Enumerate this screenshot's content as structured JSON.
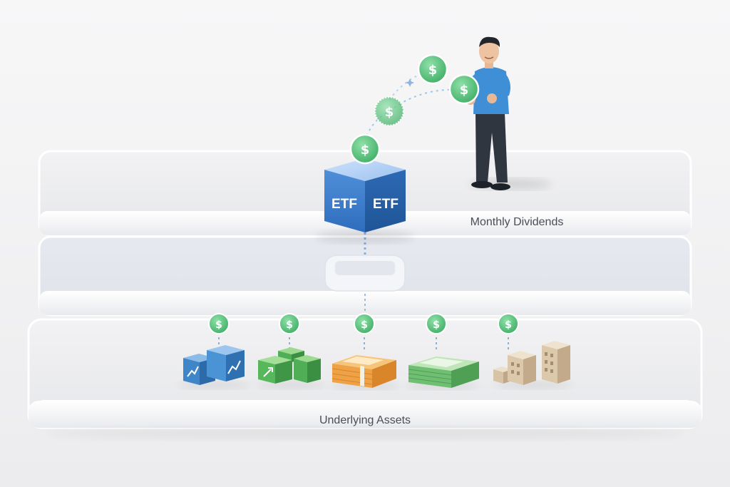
{
  "labels": {
    "top_layer": "Monthly Dividends",
    "bottom_layer": "Underlying Assets"
  },
  "etf": {
    "face_left": "ETF",
    "face_right": "ETF"
  },
  "coin_symbol": "$",
  "icons": {
    "coin": "dollar-coin-icon",
    "etf_cube": "etf-cube-icon",
    "connector": "connector-base-icon",
    "stocks": "stock-cubes-icon",
    "bonds": "bond-cubes-icon",
    "cash_gold": "cash-bundle-icon",
    "cash_green": "banknotes-icon",
    "real_estate": "buildings-icon",
    "person": "investor-person-icon"
  },
  "colors": {
    "coin": "#5cc57f",
    "etf_blue": "#2f6fc0",
    "stocks": "#3f86c8",
    "bonds": "#4fae56",
    "cash_gold": "#eea245",
    "cash_green": "#6fbf73",
    "buildings": "#d7c3a6",
    "label": "#4a4f57"
  }
}
